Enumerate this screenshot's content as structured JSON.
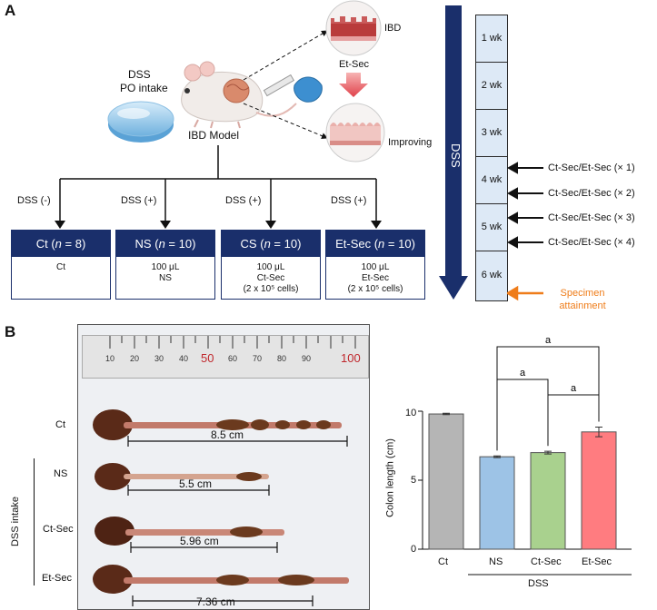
{
  "panel_a": {
    "letter": "A",
    "dss_label": "DSS",
    "po_label": "PO intake",
    "model_label": "IBD Model",
    "ibd_label": "IBD",
    "treatment_label": "Et-Sec",
    "improving_label": "Improving",
    "groups": [
      {
        "condition": "DSS (-)",
        "name": "Ct",
        "n": "8",
        "lines": [
          "Ct"
        ]
      },
      {
        "condition": "DSS (+)",
        "name": "NS",
        "n": "10",
        "lines": [
          "100 μL",
          "NS"
        ]
      },
      {
        "condition": "DSS (+)",
        "name": "CS",
        "n": "10",
        "lines": [
          "100 μL",
          "Ct-Sec",
          "(2 x 10⁵ cells)"
        ]
      },
      {
        "condition": "DSS (+)",
        "name": "Et-Sec",
        "n": "10",
        "lines": [
          "100 μL",
          "Et-Sec",
          "(2 x 10⁵ cells)"
        ]
      }
    ],
    "timeline": {
      "arrow_label": "DSS",
      "weeks": [
        "1 wk",
        "2 wk",
        "3 wk",
        "4 wk",
        "5 wk",
        "6 wk"
      ],
      "injections": [
        "Ct-Sec/Et-Sec (× 1)",
        "Ct-Sec/Et-Sec (× 2)",
        "Ct-Sec/Et-Sec (× 3)",
        "Ct-Sec/Et-Sec (× 4)"
      ],
      "specimen_label": "Specimen attainment",
      "specimen_color": "#ef7d1a"
    }
  },
  "panel_b": {
    "letter": "B",
    "ruler_ticks": [
      "10",
      "20",
      "30",
      "40",
      "50",
      "60",
      "70",
      "80",
      "90",
      "100"
    ],
    "colon_labels": [
      "Ct",
      "NS",
      "Ct-Sec",
      "Et-Sec"
    ],
    "colon_lengths": [
      "8.5 cm",
      "5.5 cm",
      "5.96 cm",
      "7.36 cm"
    ],
    "dss_intake_label": "DSS intake"
  },
  "chart_data": {
    "type": "bar",
    "categories": [
      "Ct",
      "NS",
      "Ct-Sec",
      "Et-Sec"
    ],
    "values": [
      9.8,
      6.7,
      7.0,
      8.5
    ],
    "errors": [
      0.05,
      0.06,
      0.1,
      0.35
    ],
    "colors": [
      "#b5b5b5",
      "#9dc3e6",
      "#a9d18e",
      "#ff7c80"
    ],
    "ylabel": "Colon length (cm)",
    "xlabel": "",
    "ylim": [
      0,
      10
    ],
    "yticks": [
      0,
      5,
      10
    ],
    "group_label": "DSS",
    "significance": [
      {
        "from": "NS",
        "to": "Et-Sec",
        "label": "a"
      },
      {
        "from": "NS",
        "to": "Ct-Sec",
        "label": "a"
      },
      {
        "from": "Ct-Sec",
        "to": "Et-Sec",
        "label": "a"
      }
    ],
    "grid": false
  }
}
